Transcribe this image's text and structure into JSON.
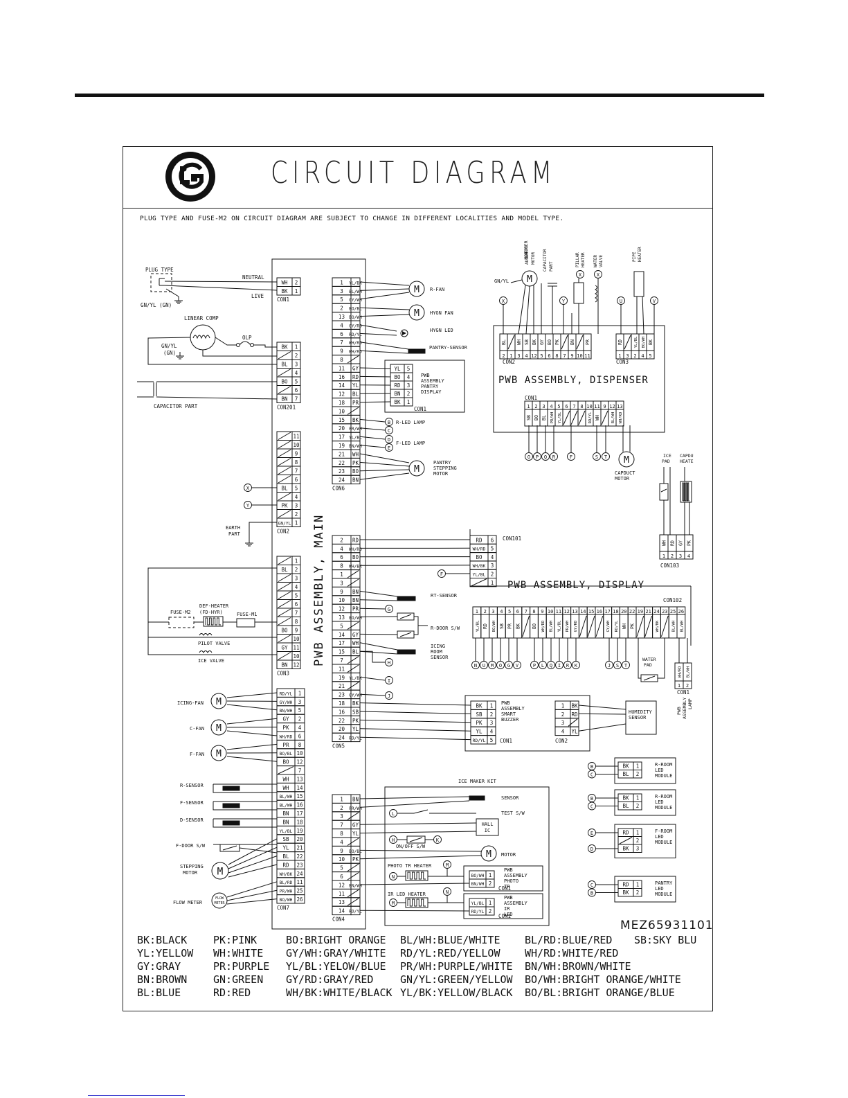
{
  "header": {
    "title": "CIRCUIT DIAGRAM",
    "note": "PLUG TYPE AND FUSE-M2 ON CIRCUIT DIAGRAM ARE SUBJECT TO CHANGE IN DIFFERENT LOCALITIES AND MODEL TYPE.",
    "logo_letters": "LG",
    "model_code": "MEZ65931101"
  },
  "boards": {
    "main": "PWB ASSEMBLY, MAIN",
    "dispenser": "PWB ASSEMBLY, DISPENSER",
    "display": "PWB ASSEMBLY, DISPLAY",
    "pantry_display": "PWB ASSEMBLY PANTRY DISPLAY",
    "smart_buzzer": "PWB ASSEMBLY SMART BUZZER",
    "photo_tr": "PWB ASSEMBLY PHOTO TR",
    "ir_led": "PWB ASSEMBLY IR LED",
    "lamp": "PWB ASSEMBLY LAMP",
    "ice_maker_kit": "ICE MAKER KIT"
  },
  "connectors": {
    "con1": {
      "name": "CON1",
      "pins": [
        {
          "color": "WH",
          "num": "2"
        },
        {
          "color": "BK",
          "num": "1"
        }
      ]
    },
    "con201": {
      "name": "CON201",
      "pins": [
        {
          "color": "BK",
          "num": "1"
        },
        {
          "color": "/",
          "num": "2"
        },
        {
          "color": "BL",
          "num": "3"
        },
        {
          "color": "/",
          "num": "4"
        },
        {
          "color": "BO",
          "num": "5"
        },
        {
          "color": "/",
          "num": "6"
        },
        {
          "color": "BN",
          "num": "7"
        }
      ]
    },
    "con2": {
      "name": "CON2",
      "pins": [
        {
          "color": "/",
          "num": "11"
        },
        {
          "color": "/",
          "num": "10"
        },
        {
          "color": "/",
          "num": "9"
        },
        {
          "color": "/",
          "num": "8"
        },
        {
          "color": "/",
          "num": "7"
        },
        {
          "color": "/",
          "num": "6"
        },
        {
          "color": "BL",
          "num": "5"
        },
        {
          "color": "/",
          "num": "4"
        },
        {
          "color": "PK",
          "num": "3"
        },
        {
          "color": "/",
          "num": "2"
        },
        {
          "color": "GN/YL",
          "num": "1"
        }
      ]
    },
    "con3": {
      "name": "CON3",
      "pins": [
        {
          "color": "/",
          "num": "1"
        },
        {
          "color": "BL",
          "num": "2"
        },
        {
          "color": "/",
          "num": "3"
        },
        {
          "color": "/",
          "num": "4"
        },
        {
          "color": "/",
          "num": "5"
        },
        {
          "color": "/",
          "num": "6"
        },
        {
          "color": "/",
          "num": "7"
        },
        {
          "color": "/",
          "num": "8"
        },
        {
          "color": "BO",
          "num": "9"
        },
        {
          "color": "/",
          "num": "10"
        },
        {
          "color": "GY",
          "num": "11"
        },
        {
          "color": "/",
          "num": "10"
        },
        {
          "color": "BN",
          "num": "12"
        }
      ]
    },
    "con7": {
      "name": "CON7",
      "pins": [
        {
          "color": "RD/YL",
          "num": "1"
        },
        {
          "color": "GY/WH",
          "num": "3"
        },
        {
          "color": "BN/WH",
          "num": "5"
        },
        {
          "color": "GY",
          "num": "2"
        },
        {
          "color": "PK",
          "num": "4"
        },
        {
          "color": "WH/RD",
          "num": "6"
        },
        {
          "color": "PR",
          "num": "8"
        },
        {
          "color": "BO/BL",
          "num": "10"
        },
        {
          "color": "BO",
          "num": "12"
        },
        {
          "color": "/",
          "num": "7"
        },
        {
          "color": "WH",
          "num": "13"
        },
        {
          "color": "WH",
          "num": "14"
        },
        {
          "color": "BL/WH",
          "num": "15"
        },
        {
          "color": "BL/WH",
          "num": "16"
        },
        {
          "color": "BN",
          "num": "17"
        },
        {
          "color": "BN",
          "num": "18"
        },
        {
          "color": "YL/BL",
          "num": "19"
        },
        {
          "color": "SB",
          "num": "20"
        },
        {
          "color": "YL",
          "num": "21"
        },
        {
          "color": "BL",
          "num": "22"
        },
        {
          "color": "RD",
          "num": "23"
        },
        {
          "color": "WH/BK",
          "num": "24"
        },
        {
          "color": "BL/RD",
          "num": "11"
        },
        {
          "color": "PR/WH",
          "num": "25"
        },
        {
          "color": "BO/WH",
          "num": "26"
        }
      ]
    },
    "con6": {
      "name": "CON6",
      "pins": [
        {
          "num": "1",
          "color": "YL/BK"
        },
        {
          "num": "3",
          "color": "BL/WH"
        },
        {
          "num": "5",
          "color": "GY/WH"
        },
        {
          "num": "2",
          "color": "BO/BL"
        },
        {
          "num": "13",
          "color": "BO/WH"
        },
        {
          "num": "4",
          "color": "GY/RD"
        },
        {
          "num": "6",
          "color": "RD/YL"
        },
        {
          "num": "7",
          "color": "WH/RD"
        },
        {
          "num": "9",
          "color": "WH/RD"
        },
        {
          "num": "8",
          "color": "/"
        },
        {
          "num": "11",
          "color": "GY"
        },
        {
          "num": "16",
          "color": "RD"
        },
        {
          "num": "14",
          "color": "YL"
        },
        {
          "num": "12",
          "color": "BL"
        },
        {
          "num": "18",
          "color": "PR"
        },
        {
          "num": "10",
          "color": "/"
        },
        {
          "num": "15",
          "color": "BK"
        },
        {
          "num": "20",
          "color": "PR/WH"
        },
        {
          "num": "17",
          "color": "YL/BL"
        },
        {
          "num": "19",
          "color": "BN/WH"
        },
        {
          "num": "21",
          "color": "WH"
        },
        {
          "num": "22",
          "color": "PK"
        },
        {
          "num": "23",
          "color": "BO"
        },
        {
          "num": "24",
          "color": "BN"
        }
      ]
    },
    "con5": {
      "name": "CON5",
      "pins": [
        {
          "num": "2",
          "color": "RD"
        },
        {
          "num": "4",
          "color": "WH/RD"
        },
        {
          "num": "6",
          "color": "BO"
        },
        {
          "num": "8",
          "color": "WH/BK"
        },
        {
          "num": "1",
          "color": "/"
        },
        {
          "num": "3",
          "color": "/"
        },
        {
          "num": "9",
          "color": "BN"
        },
        {
          "num": "10",
          "color": "BN"
        },
        {
          "num": "12",
          "color": "PR"
        },
        {
          "num": "13",
          "color": "BO/WH"
        },
        {
          "num": "5",
          "color": "/"
        },
        {
          "num": "14",
          "color": "GY"
        },
        {
          "num": "17",
          "color": "WH"
        },
        {
          "num": "15",
          "color": "BL"
        },
        {
          "num": "7",
          "color": "/"
        },
        {
          "num": "11",
          "color": "/"
        },
        {
          "num": "19",
          "color": "YL/BK"
        },
        {
          "num": "21",
          "color": "/"
        },
        {
          "num": "23",
          "color": "GY/WH"
        },
        {
          "num": "18",
          "color": "BK"
        },
        {
          "num": "16",
          "color": "SB"
        },
        {
          "num": "22",
          "color": "PK"
        },
        {
          "num": "20",
          "color": "YL"
        },
        {
          "num": "24",
          "color": "RD/YL"
        }
      ]
    },
    "con4": {
      "name": "CON4",
      "pins": [
        {
          "num": "1",
          "color": "BN"
        },
        {
          "num": "2",
          "color": "PR/WH"
        },
        {
          "num": "3",
          "color": "/"
        },
        {
          "num": "7",
          "color": "GY"
        },
        {
          "num": "8",
          "color": "YL"
        },
        {
          "num": "4",
          "color": "/"
        },
        {
          "num": "9",
          "color": "BO/BL"
        },
        {
          "num": "10",
          "color": "PK"
        },
        {
          "num": "5",
          "color": "/"
        },
        {
          "num": "6",
          "color": "/"
        },
        {
          "num": "12",
          "color": "BN/WH"
        },
        {
          "num": "11",
          "color": "/"
        },
        {
          "num": "13",
          "color": "/"
        },
        {
          "num": "14",
          "color": "RD/YL"
        }
      ]
    },
    "pantry_con1": {
      "name": "CON1",
      "pins": [
        {
          "color": "YL",
          "num": "5"
        },
        {
          "color": "BO",
          "num": "4"
        },
        {
          "color": "RD",
          "num": "3"
        },
        {
          "color": "BN",
          "num": "2"
        },
        {
          "color": "BK",
          "num": "1"
        }
      ]
    },
    "con101": {
      "name": "CON101",
      "pins": [
        {
          "color": "RD",
          "num": "6"
        },
        {
          "color": "WH/RD",
          "num": "5"
        },
        {
          "color": "BO",
          "num": "4"
        },
        {
          "color": "WH/BK",
          "num": "3"
        },
        {
          "color": "YL/BL",
          "num": "2"
        },
        {
          "color": "/",
          "num": "1"
        }
      ]
    },
    "buzzer_con1": {
      "name": "CON1",
      "pins": [
        {
          "color": "BK",
          "num": "1"
        },
        {
          "color": "SB",
          "num": "2"
        },
        {
          "color": "PK",
          "num": "3"
        },
        {
          "color": "YL",
          "num": "4"
        },
        {
          "color": "RD/YL",
          "num": "5"
        }
      ]
    },
    "buzzer_con2": {
      "name": "CON2",
      "pins": [
        {
          "num": "1",
          "color": "BK"
        },
        {
          "num": "2",
          "color": "RD"
        },
        {
          "num": "3",
          "color": "/"
        },
        {
          "num": "4",
          "color": "YL"
        }
      ]
    },
    "disp_con2": {
      "name": "CON2",
      "pins": [
        {
          "color": "BL",
          "num": "2"
        },
        {
          "color": "/",
          "num": "1"
        },
        {
          "color": "WH",
          "num": "3"
        },
        {
          "color": "SB",
          "num": "4"
        },
        {
          "color": "BK",
          "num": "12"
        },
        {
          "color": "GY",
          "num": "5"
        },
        {
          "color": "BO",
          "num": "6"
        },
        {
          "color": "PK",
          "num": "8"
        },
        {
          "color": "/",
          "num": "7"
        },
        {
          "color": "BN",
          "num": "9"
        },
        {
          "color": "/",
          "num": "10"
        },
        {
          "color": "PR",
          "num": "11"
        }
      ]
    },
    "disp_con3": {
      "name": "CON3",
      "pins": [
        {
          "color": "RD",
          "num": "1"
        },
        {
          "color": "/",
          "num": "3"
        },
        {
          "color": "YL/BL",
          "num": "2"
        },
        {
          "color": "BO/WH",
          "num": "4"
        },
        {
          "color": "BK",
          "num": "5"
        }
      ]
    },
    "disp_con1": {
      "name": "CON1",
      "pins": [
        {
          "num": "1",
          "color": "SB"
        },
        {
          "num": "2",
          "color": "BO"
        },
        {
          "num": "3",
          "color": "BL"
        },
        {
          "num": "4",
          "color": "PR/WH"
        },
        {
          "num": "5",
          "color": "YL/BL"
        },
        {
          "num": "6",
          "color": "/"
        },
        {
          "num": "7",
          "color": "/"
        },
        {
          "num": "8",
          "color": "/"
        },
        {
          "num": "10",
          "color": "RD/YL"
        },
        {
          "num": "11",
          "color": "WH"
        },
        {
          "num": "9",
          "color": "/"
        },
        {
          "num": "12",
          "color": "BL/WH"
        },
        {
          "num": "13",
          "color": "WH/RD"
        }
      ]
    },
    "con102": {
      "name": "CON102",
      "pins": [
        {
          "num": "1",
          "color": "YL/BL"
        },
        {
          "num": "2",
          "color": "RD"
        },
        {
          "num": "3",
          "color": "BO/WH"
        },
        {
          "num": "4",
          "color": "SB"
        },
        {
          "num": "5",
          "color": "PR"
        },
        {
          "num": "6",
          "color": "BK"
        },
        {
          "num": "7",
          "color": "/"
        },
        {
          "num": "8",
          "color": "BO"
        },
        {
          "num": "9",
          "color": "WH/RD"
        },
        {
          "num": "10",
          "color": "BL/WH"
        },
        {
          "num": "11",
          "color": "YL/BL"
        },
        {
          "num": "12",
          "color": "PR/WH"
        },
        {
          "num": "13",
          "color": "GY/RD"
        },
        {
          "num": "14",
          "color": "/"
        },
        {
          "num": "15",
          "color": "/"
        },
        {
          "num": "16",
          "color": "/"
        },
        {
          "num": "17",
          "color": "GY/WH"
        },
        {
          "num": "18",
          "color": "RD/YL"
        },
        {
          "num": "20",
          "color": "WH"
        },
        {
          "num": "22",
          "color": "PK"
        },
        {
          "num": "19",
          "color": "/"
        },
        {
          "num": "21",
          "color": "/"
        },
        {
          "num": "24",
          "color": "WH/BK"
        },
        {
          "num": "23",
          "color": "/"
        },
        {
          "num": "25",
          "color": "BL/WH"
        },
        {
          "num": "26",
          "color": "BL/WH"
        }
      ]
    },
    "con103": {
      "name": "CON103",
      "pins": [
        {
          "num": "1",
          "color": "WH"
        },
        {
          "num": "2",
          "color": "RD"
        },
        {
          "num": "3",
          "color": "GY"
        },
        {
          "num": "4",
          "color": "PK"
        }
      ]
    },
    "lamp_con1": {
      "name": "CON1",
      "pins": [
        {
          "num": "1",
          "color": "WH/RD"
        },
        {
          "num": "2",
          "color": "BL/WH"
        }
      ]
    },
    "photo_con1": {
      "name": "CON1",
      "pins": [
        {
          "color": "BO/WH",
          "num": "1"
        },
        {
          "color": "BN/WH",
          "num": "2"
        }
      ]
    },
    "irled_con1": {
      "name": "CON1",
      "pins": [
        {
          "color": "YL/BL",
          "num": "1"
        },
        {
          "color": "RD/YL",
          "num": "2"
        }
      ]
    }
  },
  "left_labels": {
    "plug_type": "PLUG TYPE",
    "neutral": "NEUTRAL",
    "live": "LIVE",
    "gn_yl_gn": "GN/YL (GN)",
    "gn_yl_gn2": "GN/YL",
    "gn_yl_gn2b": "(GN)",
    "linear_comp": "LINEAR COMP",
    "olp": "OLP",
    "capacitor_part": "CAPACITOR PART",
    "earth_part": "EARTH PART",
    "fuse_m2": "FUSE-M2",
    "def_heater": "DEF-HEATER",
    "def_heater2": "(FD-HYR)",
    "fuse_m1": "FUSE-M1",
    "pilot_valve": "PILOT VALVE",
    "ice_valve": "ICE VALVE",
    "icing_fan": "ICING-FAN",
    "c_fan": "C-FAN",
    "f_fan": "F-FAN",
    "r_sensor": "R-SENSOR",
    "f_sensor": "F-SENSOR",
    "d_sensor": "D-SENSOR",
    "f_door_sw": "F-DOOR S/W",
    "stepping_motor": "STEPPING MOTOR",
    "flow_meter": "FLOW METER",
    "flow_meter_sym": "FLOW METER"
  },
  "right_labels": {
    "r_fan": "R-FAN",
    "hygn_fan": "HYGN FAN",
    "hygn_led": "HYGN LED",
    "pantry_sensor": "PANTRY-SENSOR",
    "r_led_lamp": "R-LED LAMP",
    "f_led_lamp": "F-LED LAMP",
    "pantry_stepping_motor": "PANTRY STEPPING MOTOR",
    "rt_sensor": "RT-SENSOR",
    "r_door_sw": "R-DOOR S/W",
    "icing_room_sensor": "ICING ROOM SENSOR",
    "humidity_sensor": "HUMIDITY SENSOR",
    "sensor": "SENSOR",
    "test_sw": "TEST S/W",
    "hall_ic": "HALL IC",
    "on_off_sw": "ON/OFF S/W",
    "motor": "MOTOR",
    "photo_tr_heater": "PHOTO TR HEATER",
    "ir_led_heater": "IR LED HEATER",
    "auger_motor": "AUGER MOTOR",
    "capacitor_part_top": "CAPACITOR PART",
    "pillar_heater": "PILLAR HEATER",
    "water_valve": "WATER VALVE",
    "pipe_heater": "PIPE HEATER",
    "gn_yl": "GN/YL",
    "capduct_motor": "CAPDUCT MOTOR",
    "ice_pad": "ICE PAD",
    "capdu_heate": "CAPDU HEATE",
    "water_pad": "WATER PAD",
    "r_room_led": "R-ROOM LED MODULE",
    "f_room_led": "F-ROOM LED MODULE",
    "pantry_led": "PANTRY LED MODULE"
  },
  "led_modules": [
    {
      "label": "R-ROOM LED MODULE",
      "pins": [
        {
          "color": "BK",
          "num": "1"
        },
        {
          "color": "BL",
          "num": "2"
        }
      ],
      "refs": [
        "B",
        "C"
      ]
    },
    {
      "label": "R-ROOM LED MODULE",
      "pins": [
        {
          "color": "BK",
          "num": "1"
        },
        {
          "color": "BL",
          "num": "2"
        }
      ],
      "refs": [
        "B",
        "C"
      ]
    },
    {
      "label": "F-ROOM LED MODULE",
      "pins": [
        {
          "color": "RD",
          "num": "1"
        },
        {
          "color": "/",
          "num": "2"
        },
        {
          "color": "BK",
          "num": "3"
        }
      ],
      "refs": [
        "E",
        "D"
      ]
    },
    {
      "label": "PANTRY LED MODULE",
      "pins": [
        {
          "color": "RD",
          "num": "1"
        },
        {
          "color": "BK",
          "num": "2"
        }
      ],
      "refs": [
        "C",
        "B"
      ]
    }
  ],
  "legend": {
    "rows": [
      [
        "BK:BLACK",
        "PK:PINK",
        "BO:BRIGHT ORANGE",
        "BL/WH:BLUE/WHITE",
        "BL/RD:BLUE/RED",
        "SB:SKY BLU"
      ],
      [
        "YL:YELLOW",
        "WH:WHITE",
        "GY/WH:GRAY/WHITE",
        "RD/YL:RED/YELLOW",
        "WH/RD:WHITE/RED",
        ""
      ],
      [
        "GY:GRAY",
        "PR:PURPLE",
        "YL/BL:YELOW/BLUE",
        "PR/WH:PURPLE/WHITE",
        "BN/WH:BROWN/WHITE",
        ""
      ],
      [
        "BN:BROWN",
        "GN:GREEN",
        "GY/RD:GRAY/RED",
        "GN/YL:GREEN/YELLOW",
        "BO/WH:BRIGHT ORANGE/WHITE",
        ""
      ],
      [
        "BL:BLUE",
        "RD:RED",
        "WH/BK:WHITE/BLACK",
        "YL/BK:YELLOW/BLACK",
        "BO/BL:BRIGHT ORANGE/BLUE",
        ""
      ]
    ]
  },
  "colors": {
    "ink": "#111111",
    "link_rule": "#3333cc"
  }
}
